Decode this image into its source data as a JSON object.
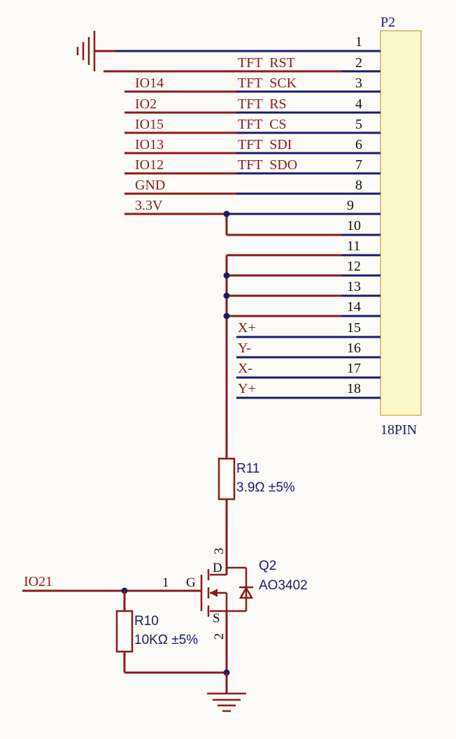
{
  "connector": {
    "designator": "P2",
    "footprint": "18PIN",
    "body_color": "#fbf8c7",
    "pins": [
      {
        "num": "1",
        "net": "",
        "label": ""
      },
      {
        "num": "2",
        "net": "",
        "label": "TFT  RST"
      },
      {
        "num": "3",
        "net": "IO14",
        "label": "TFT  SCK"
      },
      {
        "num": "4",
        "net": "IO2",
        "label": "TFT  RS"
      },
      {
        "num": "5",
        "net": "IO15",
        "label": "TFT  CS"
      },
      {
        "num": "6",
        "net": "IO13",
        "label": "TFT  SDI"
      },
      {
        "num": "7",
        "net": "IO12",
        "label": "TFT  SDO"
      },
      {
        "num": "8",
        "net": "GND",
        "label": ""
      },
      {
        "num": "9",
        "net": "3.3V",
        "label": ""
      },
      {
        "num": "10",
        "net": "",
        "label": ""
      },
      {
        "num": "11",
        "net": "",
        "label": ""
      },
      {
        "num": "12",
        "net": "",
        "label": ""
      },
      {
        "num": "13",
        "net": "",
        "label": ""
      },
      {
        "num": "14",
        "net": "",
        "label": ""
      },
      {
        "num": "15",
        "net": "",
        "label": "X+"
      },
      {
        "num": "16",
        "net": "",
        "label": "Y-"
      },
      {
        "num": "17",
        "net": "",
        "label": "X-"
      },
      {
        "num": "18",
        "net": "",
        "label": "Y+"
      }
    ]
  },
  "r11": {
    "designator": "R11",
    "value": "3.9Ω ±5%"
  },
  "r10": {
    "designator": "R10",
    "value": "10KΩ ±5%"
  },
  "q2": {
    "designator": "Q2",
    "part": "AO3402",
    "gate_pin": "1",
    "gate_label": "G",
    "drain_pin": "3",
    "drain_label": "D",
    "source_pin": "2",
    "source_label": "S"
  },
  "input_net": "IO21",
  "colors": {
    "wire": "#8b1a1a",
    "bus": "#1a1a6e",
    "junction": "#1a1a6e"
  }
}
